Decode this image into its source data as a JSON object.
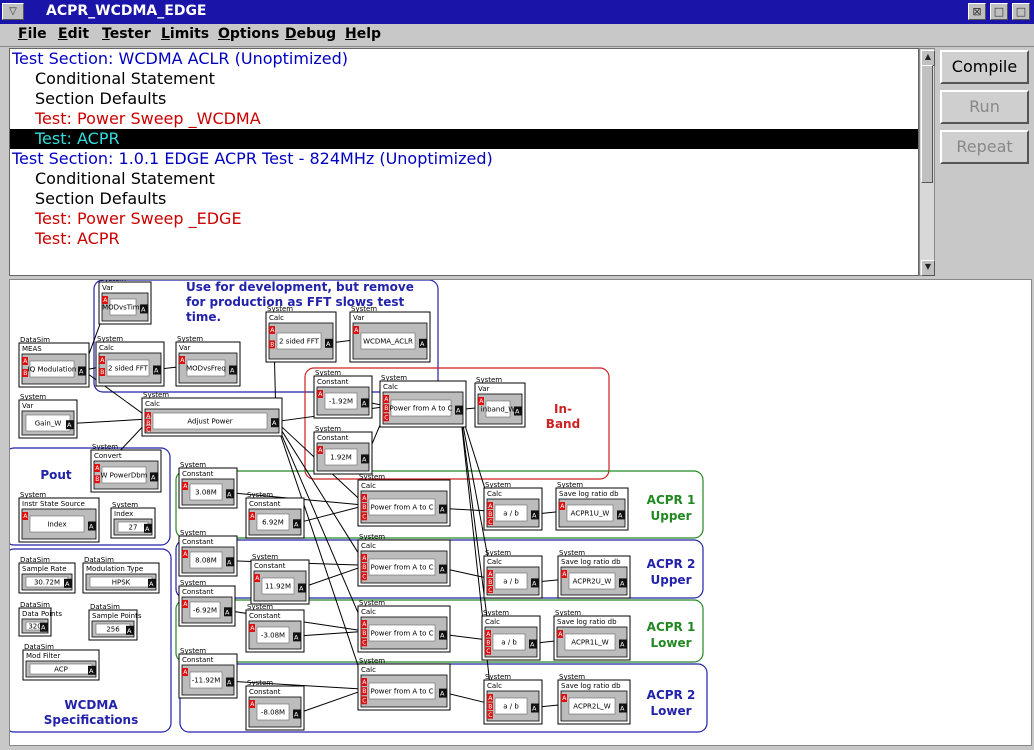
{
  "window": {
    "title": "ACPR_WCDMA_EDGE",
    "sys_glyph": "▽",
    "btn_glyphs": [
      "⊠",
      "□",
      "□"
    ]
  },
  "menu": [
    "File",
    "Edit",
    "Tester",
    "Limits",
    "Options",
    "Debug",
    "Help"
  ],
  "test_list": [
    {
      "text": "Test Section: WCDMA ACLR (Unoptimized)",
      "indent": 0,
      "color": "#0000c0",
      "selected": false
    },
    {
      "text": "Conditional Statement",
      "indent": 1,
      "color": "#000000",
      "selected": false
    },
    {
      "text": "Section Defaults",
      "indent": 1,
      "color": "#000000",
      "selected": false
    },
    {
      "text": "Test: Power Sweep _WCDMA",
      "indent": 1,
      "color": "#cc0000",
      "selected": false
    },
    {
      "text": "Test: ACPR",
      "indent": 1,
      "color": "#33dddd",
      "selected": true
    },
    {
      "text": "Test Section: 1.0.1 EDGE ACPR Test - 824MHz (Unoptimized)",
      "indent": 0,
      "color": "#0000c0",
      "selected": false
    },
    {
      "text": "Conditional Statement",
      "indent": 1,
      "color": "#000000",
      "selected": false
    },
    {
      "text": "Section Defaults",
      "indent": 1,
      "color": "#000000",
      "selected": false
    },
    {
      "text": "Test: Power Sweep _EDGE",
      "indent": 1,
      "color": "#cc0000",
      "selected": false
    },
    {
      "text": "Test: ACPR",
      "indent": 1,
      "color": "#cc0000",
      "selected": false
    }
  ],
  "buttons": {
    "compile": "Compile",
    "run": "Run",
    "repeat": "Repeat"
  },
  "colors": {
    "title_bg": "#1a14a8",
    "group_blue": "#2222aa",
    "group_green": "#228822",
    "group_red": "#cc2222",
    "port_red": "#dd1111",
    "port_black": "#111111"
  },
  "diagram": {
    "groups": [
      {
        "id": "dev",
        "color": "blue",
        "labels": [
          "Use for development, but remove",
          "for production as FFT slows test",
          "time."
        ]
      },
      {
        "id": "inband",
        "color": "red",
        "labels": [
          "In-",
          "Band"
        ]
      },
      {
        "id": "pout",
        "color": "blue",
        "labels": [
          "Pout"
        ]
      },
      {
        "id": "acpr1u",
        "color": "green",
        "labels": [
          "ACPR 1",
          "Upper"
        ]
      },
      {
        "id": "acpr2u",
        "color": "blue",
        "labels": [
          "ACPR 2",
          "Upper"
        ]
      },
      {
        "id": "acpr1l",
        "color": "green",
        "labels": [
          "ACPR 1",
          "Lower"
        ]
      },
      {
        "id": "acpr2l",
        "color": "blue",
        "labels": [
          "ACPR 2",
          "Lower"
        ]
      },
      {
        "id": "wcdma",
        "color": "blue",
        "labels": [
          "WCDMA",
          "Specifications"
        ]
      }
    ],
    "blocks": [
      {
        "id": "mdvt",
        "cat": "System",
        "type": "Var",
        "label": "MODvsTime"
      },
      {
        "id": "iqm",
        "cat": "DataSim",
        "type": "MEAS",
        "label": "IQ Modulation"
      },
      {
        "id": "fft1",
        "cat": "System",
        "type": "Calc",
        "label": "2 sided FFT"
      },
      {
        "id": "mdvf",
        "cat": "System",
        "type": "Var",
        "label": "MODvsFreq"
      },
      {
        "id": "fft2",
        "cat": "System",
        "type": "Calc",
        "label": "2 sided FFT"
      },
      {
        "id": "aclr",
        "cat": "System",
        "type": "Var",
        "label": "WCDMA_ACLR"
      },
      {
        "id": "gain",
        "cat": "System",
        "type": "Var",
        "label": "Gain_W"
      },
      {
        "id": "adj",
        "cat": "System",
        "type": "Calc",
        "label": "Adjust Power"
      },
      {
        "id": "c192n",
        "cat": "System",
        "type": "Constant",
        "label": "-1.92M"
      },
      {
        "id": "c192",
        "cat": "System",
        "type": "Constant",
        "label": "1.92M"
      },
      {
        "id": "pwrib",
        "cat": "System",
        "type": "Calc",
        "label": "Power from A to C"
      },
      {
        "id": "inbw",
        "cat": "System",
        "type": "Var",
        "label": "inband_W"
      },
      {
        "id": "conv",
        "cat": "System",
        "type": "Convert",
        "label": "W PowerDbm"
      },
      {
        "id": "inst",
        "cat": "System",
        "type": "Instr State Source",
        "label": "Index"
      },
      {
        "id": "idx",
        "cat": "System",
        "type": "Index",
        "label": "27"
      },
      {
        "id": "c308",
        "cat": "System",
        "type": "Constant",
        "label": "3.08M"
      },
      {
        "id": "c692",
        "cat": "System",
        "type": "Constant",
        "label": "6.92M"
      },
      {
        "id": "pw1u",
        "cat": "System",
        "type": "Calc",
        "label": "Power from A to C"
      },
      {
        "id": "ab1u",
        "cat": "System",
        "type": "Calc",
        "label": "a / b"
      },
      {
        "id": "sv1u",
        "cat": "System",
        "type": "Save log ratio db",
        "label": "ACPR1U_W"
      },
      {
        "id": "c808",
        "cat": "System",
        "type": "Constant",
        "label": "8.08M"
      },
      {
        "id": "c1192",
        "cat": "System",
        "type": "Constant",
        "label": "11.92M"
      },
      {
        "id": "pw2u",
        "cat": "System",
        "type": "Calc",
        "label": "Power from A to C"
      },
      {
        "id": "ab2u",
        "cat": "System",
        "type": "Calc",
        "label": "a / b"
      },
      {
        "id": "sv2u",
        "cat": "System",
        "type": "Save log ratio db",
        "label": "ACPR2U_W"
      },
      {
        "id": "c692n",
        "cat": "System",
        "type": "Constant",
        "label": "-6.92M"
      },
      {
        "id": "c308n",
        "cat": "System",
        "type": "Constant",
        "label": "-3.08M"
      },
      {
        "id": "pw1l",
        "cat": "System",
        "type": "Calc",
        "label": "Power from A to C"
      },
      {
        "id": "ab1l",
        "cat": "System",
        "type": "Calc",
        "label": "a / b"
      },
      {
        "id": "sv1l",
        "cat": "System",
        "type": "Save log ratio db",
        "label": "ACPR1L_W"
      },
      {
        "id": "c1192n",
        "cat": "System",
        "type": "Constant",
        "label": "-11.92M"
      },
      {
        "id": "c808n",
        "cat": "System",
        "type": "Constant",
        "label": "-8.08M"
      },
      {
        "id": "pw2l",
        "cat": "System",
        "type": "Calc",
        "label": "Power from A to C"
      },
      {
        "id": "ab2l",
        "cat": "System",
        "type": "Calc",
        "label": "a / b"
      },
      {
        "id": "sv2l",
        "cat": "System",
        "type": "Save log ratio db",
        "label": "ACPR2L_W"
      },
      {
        "id": "srate",
        "cat": "DataSim",
        "type": "Sample Rate",
        "label": "30.72M"
      },
      {
        "id": "modt",
        "cat": "DataSim",
        "type": "Modulation Type",
        "label": "HPSK"
      },
      {
        "id": "dpts",
        "cat": "DataSim",
        "type": "Data Points",
        "label": "320"
      },
      {
        "id": "spts",
        "cat": "DataSim",
        "type": "Sample Points",
        "label": "256"
      },
      {
        "id": "mfil",
        "cat": "DataSim",
        "type": "Mod Filter",
        "label": "ACP"
      }
    ],
    "port_labels": {
      "a": "A",
      "b": "B",
      "c": "C"
    }
  }
}
